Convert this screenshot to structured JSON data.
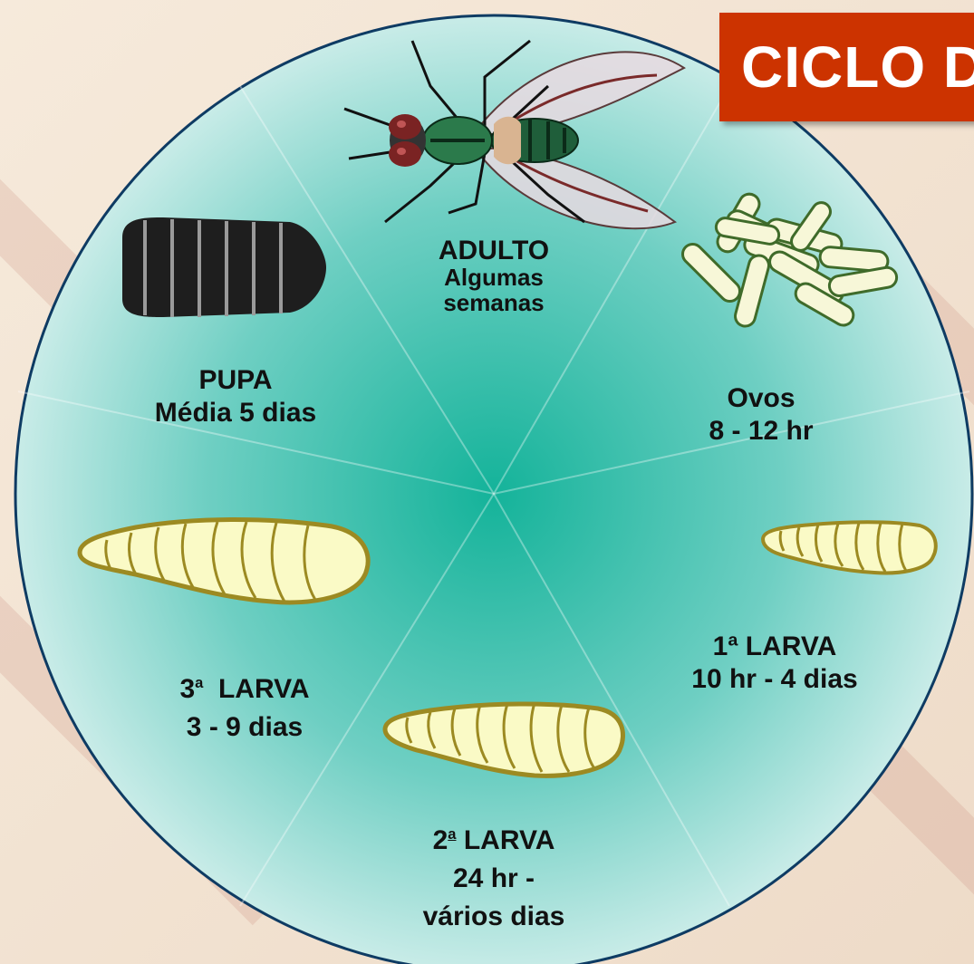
{
  "title": "CICLO D",
  "colors": {
    "title_bg": "#cc3300",
    "disc_center": "#14b39a",
    "disc_edge": "#dff3f1",
    "disc_border": "#0e3b63",
    "larva_fill": "#fafac6",
    "larva_outline": "#9c8a22",
    "pupa": "#1e1e1e"
  },
  "stages": {
    "adult": {
      "name": "ADULTO",
      "duration": [
        "Algumas",
        "semanas"
      ],
      "icon": "fly-icon"
    },
    "eggs": {
      "name": "Ovos",
      "duration": [
        "8 - 12 hr"
      ],
      "icon": "eggs-icon"
    },
    "larva1": {
      "name": "1ª LARVA",
      "duration": [
        "10 hr - 4 dias"
      ],
      "icon": "larva-small-icon"
    },
    "larva2": {
      "ordinal": "2",
      "sup": "a",
      "name": "LARVA",
      "duration": [
        "24 hr -",
        "vários dias"
      ],
      "icon": "larva-medium-icon"
    },
    "larva3": {
      "ordinal": "3",
      "sup": "a",
      "name": "LARVA",
      "duration": [
        "3 - 9 dias"
      ],
      "icon": "larva-large-icon"
    },
    "pupa": {
      "name": "PUPA",
      "duration": [
        "Média 5 dias"
      ],
      "icon": "pupa-icon"
    }
  }
}
